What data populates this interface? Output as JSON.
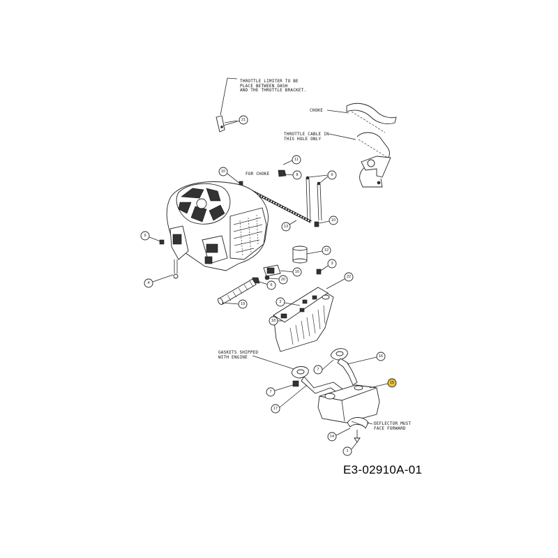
{
  "drawing_number": "E3-02910A-01",
  "notes": {
    "throttle_limiter": [
      "THROTTLE LIMITER TO BE",
      "PLACE BETWEEN DASH",
      "AND THE THROTTLE BRACKET."
    ],
    "choke": "CHOKE",
    "throttle_cable": [
      "THROTTLE CABLE IN",
      "THIS HOLE ONLY"
    ],
    "for_choke": "FOR CHOKE",
    "gaskets": [
      "GASKETS SHIPPED",
      "WITH ENGINE"
    ],
    "deflector": [
      "DEFLECTOR MUST",
      "FACE FORWARD"
    ]
  },
  "callouts": [
    {
      "id": "c21",
      "label": "21"
    },
    {
      "id": "c10a",
      "label": "10"
    },
    {
      "id": "c11",
      "label": "11"
    },
    {
      "id": "c8",
      "label": "8"
    },
    {
      "id": "c9a",
      "label": "9"
    },
    {
      "id": "c13",
      "label": "13"
    },
    {
      "id": "c10b",
      "label": "10"
    },
    {
      "id": "c9b",
      "label": "9"
    },
    {
      "id": "c4",
      "label": "4"
    },
    {
      "id": "c12",
      "label": "12"
    },
    {
      "id": "c3",
      "label": "3"
    },
    {
      "id": "c16",
      "label": "16"
    },
    {
      "id": "c20",
      "label": "20"
    },
    {
      "id": "c6",
      "label": "6"
    },
    {
      "id": "c22",
      "label": "22"
    },
    {
      "id": "c19",
      "label": "19"
    },
    {
      "id": "c2",
      "label": "2"
    },
    {
      "id": "c18",
      "label": "18"
    },
    {
      "id": "c7a",
      "label": "7"
    },
    {
      "id": "c15",
      "label": "15"
    },
    {
      "id": "c7b",
      "label": "7"
    },
    {
      "id": "c17",
      "label": "17"
    },
    {
      "id": "c14",
      "label": "14"
    },
    {
      "id": "c1",
      "label": "1"
    }
  ],
  "highlight_color": "#e8c33a"
}
